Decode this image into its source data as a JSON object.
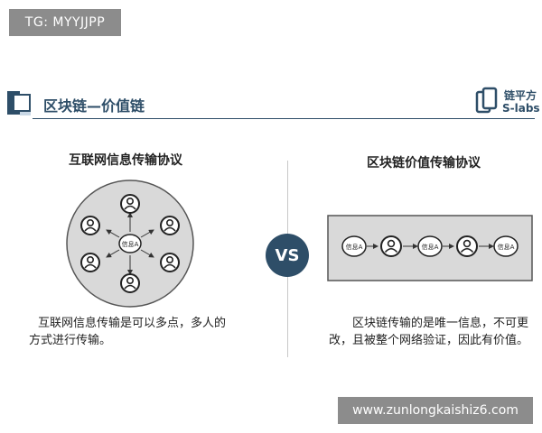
{
  "watermark_top": "TG: MYYJJPP",
  "watermark_bottom": "www.zunlongkaishiz6.com",
  "header": {
    "title": "区块链—价值链",
    "brand_cn": "链平方",
    "brand_en": "S-labs"
  },
  "left": {
    "title": "互联网信息传输协议",
    "center_label": "信息A",
    "desc_line1": "互联网信息传输是可以多点，多人的",
    "desc_line2": "方式进行传输。"
  },
  "vs_label": "VS",
  "right": {
    "title": "区块链价值传输协议",
    "node_labels": [
      "信息A",
      "信息A",
      "信息A"
    ],
    "desc_line1": "区块链传输的是唯一信息，不可更",
    "desc_line2": "改，且被整个网络验证，因此有价值。"
  },
  "colors": {
    "accent": "#2e4e68",
    "diagram_fill": "#d9d9d9",
    "watermark": "#8c8c8c"
  },
  "icons": [
    "person-icon",
    "arrow-icon",
    "brand-logo-icon"
  ]
}
